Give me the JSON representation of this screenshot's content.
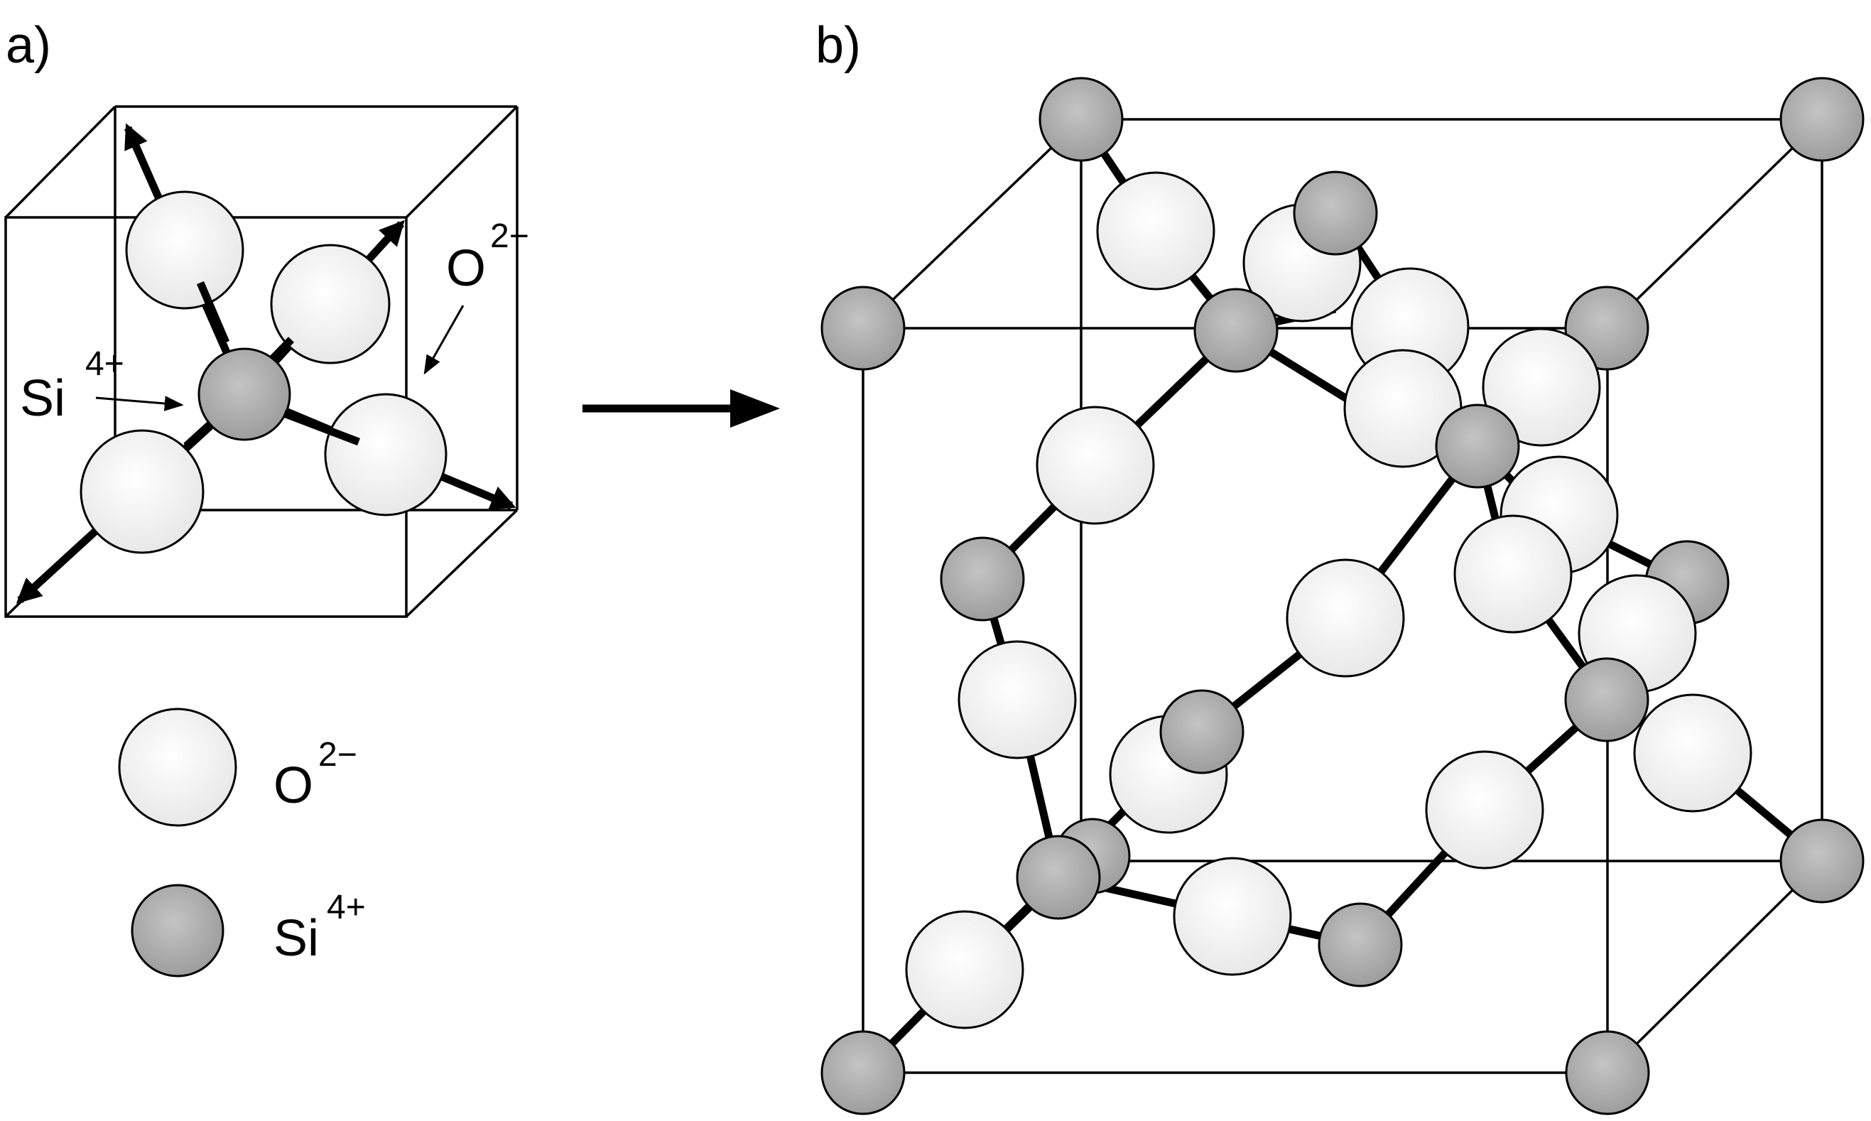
{
  "panels": {
    "a": {
      "label": "a)",
      "ion_si": "Si",
      "ion_si_charge": "4+",
      "ion_o": "O",
      "ion_o_charge": "2−"
    },
    "b": {
      "label": "b)"
    }
  },
  "legend": [
    {
      "atom": "O",
      "charge": "2−"
    },
    {
      "atom": "Si",
      "charge": "4+"
    }
  ],
  "colors": {
    "oxygen": "#f2f2f2",
    "silicon": "#a9a9a9",
    "line": "#000000"
  }
}
